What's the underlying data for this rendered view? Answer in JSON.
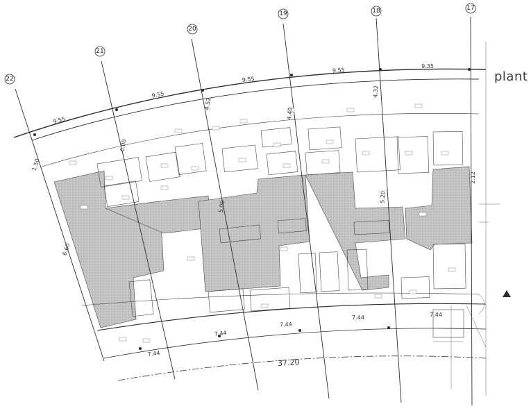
{
  "title": "plant",
  "grid_axes": [
    "22",
    "21",
    "20",
    "19",
    "18",
    "17"
  ],
  "top_dimensions": [
    "9.55",
    "9.55",
    "9.55",
    "9.55",
    "9.35"
  ],
  "bottom_dimensions": [
    "7.44",
    "7.44",
    "7.44",
    "7.44"
  ],
  "total_dimension": "37.20",
  "vertical_dimensions": [
    "1.50",
    "6.60",
    "6.00",
    "4.52",
    "4.32",
    "5.00",
    "5.20",
    "4.40",
    "2.12"
  ],
  "colors": {
    "line": "#2b2b2b",
    "shade": "#b9b9b9",
    "background": "#ffffff"
  }
}
